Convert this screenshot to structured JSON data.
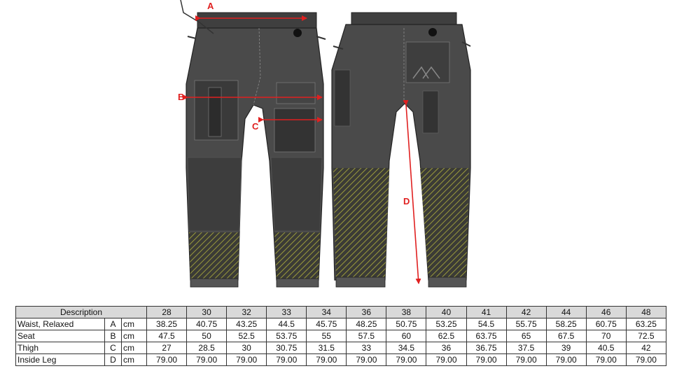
{
  "figure": {
    "labels": {
      "a": "A",
      "b": "B",
      "c": "C",
      "d": "D"
    },
    "colors": {
      "garment": "#4a4a4a",
      "dark": "#333333",
      "panel": "#3a3a3a",
      "hatch": "#8a8a3a",
      "arrow": "#e02020",
      "seam": "#8c8c8c"
    },
    "icons": [
      "front-trouser-drawing",
      "back-trouser-drawing",
      "measure-arrow"
    ]
  },
  "table": {
    "description_header": "Description",
    "sizes": [
      "28",
      "30",
      "32",
      "33",
      "34",
      "36",
      "38",
      "40",
      "41",
      "42",
      "44",
      "46",
      "48"
    ],
    "rows": [
      {
        "label": "Waist, Relaxed",
        "code": "A",
        "unit": "cm",
        "values": [
          "38.25",
          "40.75",
          "43.25",
          "44.5",
          "45.75",
          "48.25",
          "50.75",
          "53.25",
          "54.5",
          "55.75",
          "58.25",
          "60.75",
          "63.25"
        ]
      },
      {
        "label": "Seat",
        "code": "B",
        "unit": "cm",
        "values": [
          "47.5",
          "50",
          "52.5",
          "53.75",
          "55",
          "57.5",
          "60",
          "62.5",
          "63.75",
          "65",
          "67.5",
          "70",
          "72.5"
        ]
      },
      {
        "label": "Thigh",
        "code": "C",
        "unit": "cm",
        "values": [
          "27",
          "28.5",
          "30",
          "30.75",
          "31.5",
          "33",
          "34.5",
          "36",
          "36.75",
          "37.5",
          "39",
          "40.5",
          "42"
        ]
      },
      {
        "label": "Inside Leg",
        "code": "D",
        "unit": "cm",
        "values": [
          "79.00",
          "79.00",
          "79.00",
          "79.00",
          "79.00",
          "79.00",
          "79.00",
          "79.00",
          "79.00",
          "79.00",
          "79.00",
          "79.00",
          "79.00"
        ]
      }
    ]
  }
}
